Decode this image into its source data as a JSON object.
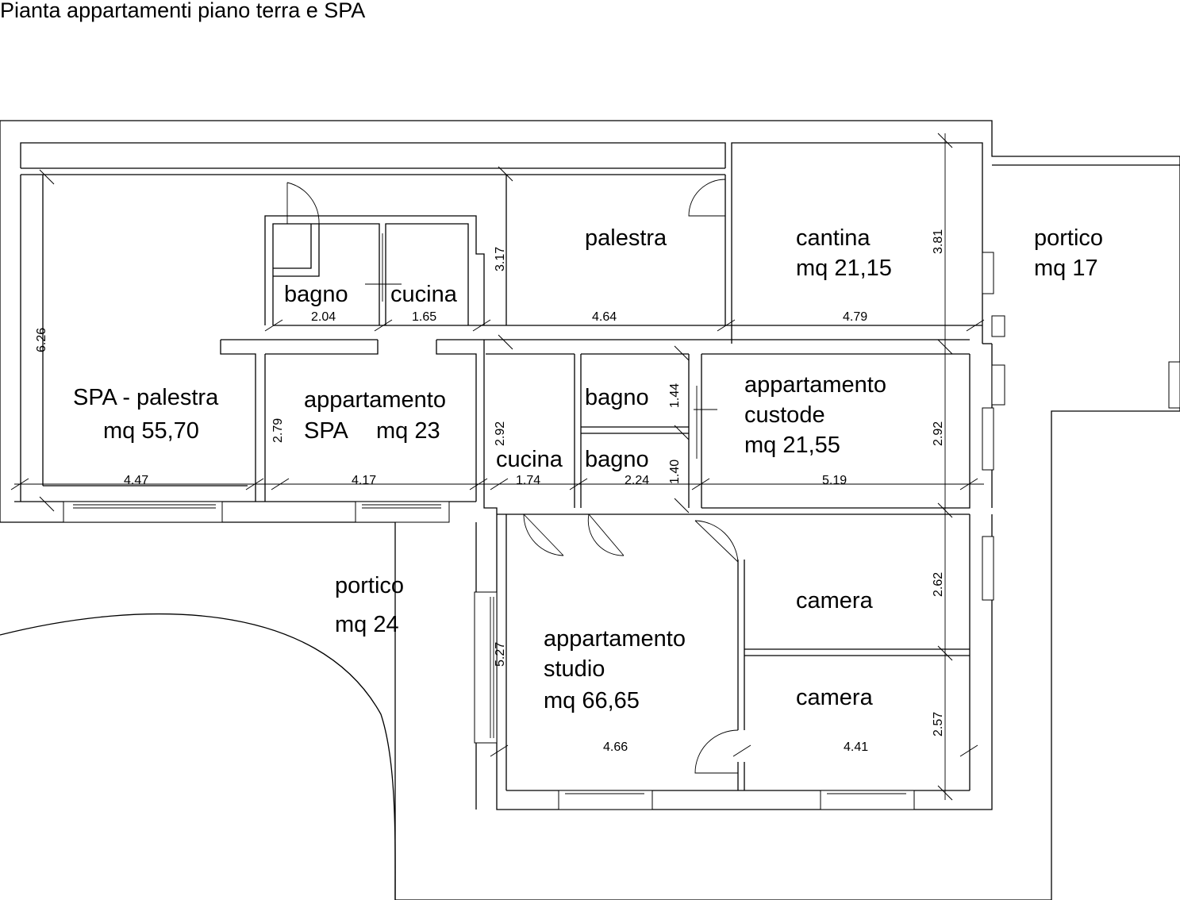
{
  "title": "Pianta appartamenti piano terra e SPA",
  "rooms": {
    "spa_palestra": {
      "name": "SPA - palestra",
      "area": "mq 55,70"
    },
    "bagno_top": {
      "name": "bagno"
    },
    "cucina_top": {
      "name": "cucina"
    },
    "palestra": {
      "name": "palestra"
    },
    "cantina": {
      "name": "cantina",
      "area": "mq 21,15"
    },
    "portico_east": {
      "name": "portico",
      "area": "mq 17"
    },
    "appartamento_spa": {
      "name": "appartamento",
      "name2": "SPA",
      "area": "mq 23"
    },
    "bagno_mid1": {
      "name": "bagno"
    },
    "bagno_mid2": {
      "name": "bagno"
    },
    "cucina_mid": {
      "name": "cucina"
    },
    "appartamento_custode": {
      "name": "appartamento",
      "name2": "custode",
      "area": "mq 21,55"
    },
    "portico_south": {
      "name": "portico",
      "area": "mq 24"
    },
    "appartamento_studio": {
      "name": "appartamento",
      "name2": "studio",
      "area": "mq 66,65"
    },
    "camera_1": {
      "name": "camera"
    },
    "camera_2": {
      "name": "camera"
    }
  },
  "dimensions": {
    "spa_width": "4.47",
    "spa_height": "6.26",
    "bagno_width": "2.04",
    "cucina_top_width": "1.65",
    "palestra_height": "3.17",
    "palestra_width": "4.64",
    "cantina_width": "4.79",
    "cantina_height": "3.81",
    "app_spa_height": "2.79",
    "app_spa_width": "4.17",
    "cucina_mid_height": "2.92",
    "cucina_mid_width": "1.74",
    "bagno_mid_width": "2.24",
    "bagno1_height": "1.44",
    "bagno2_height": "1.40",
    "custode_width": "5.19",
    "custode_height": "2.92",
    "studio_height": "5.27",
    "studio_width": "4.66",
    "camera1_height": "2.62",
    "camera2_height": "2.57",
    "camera2_width": "4.41"
  }
}
